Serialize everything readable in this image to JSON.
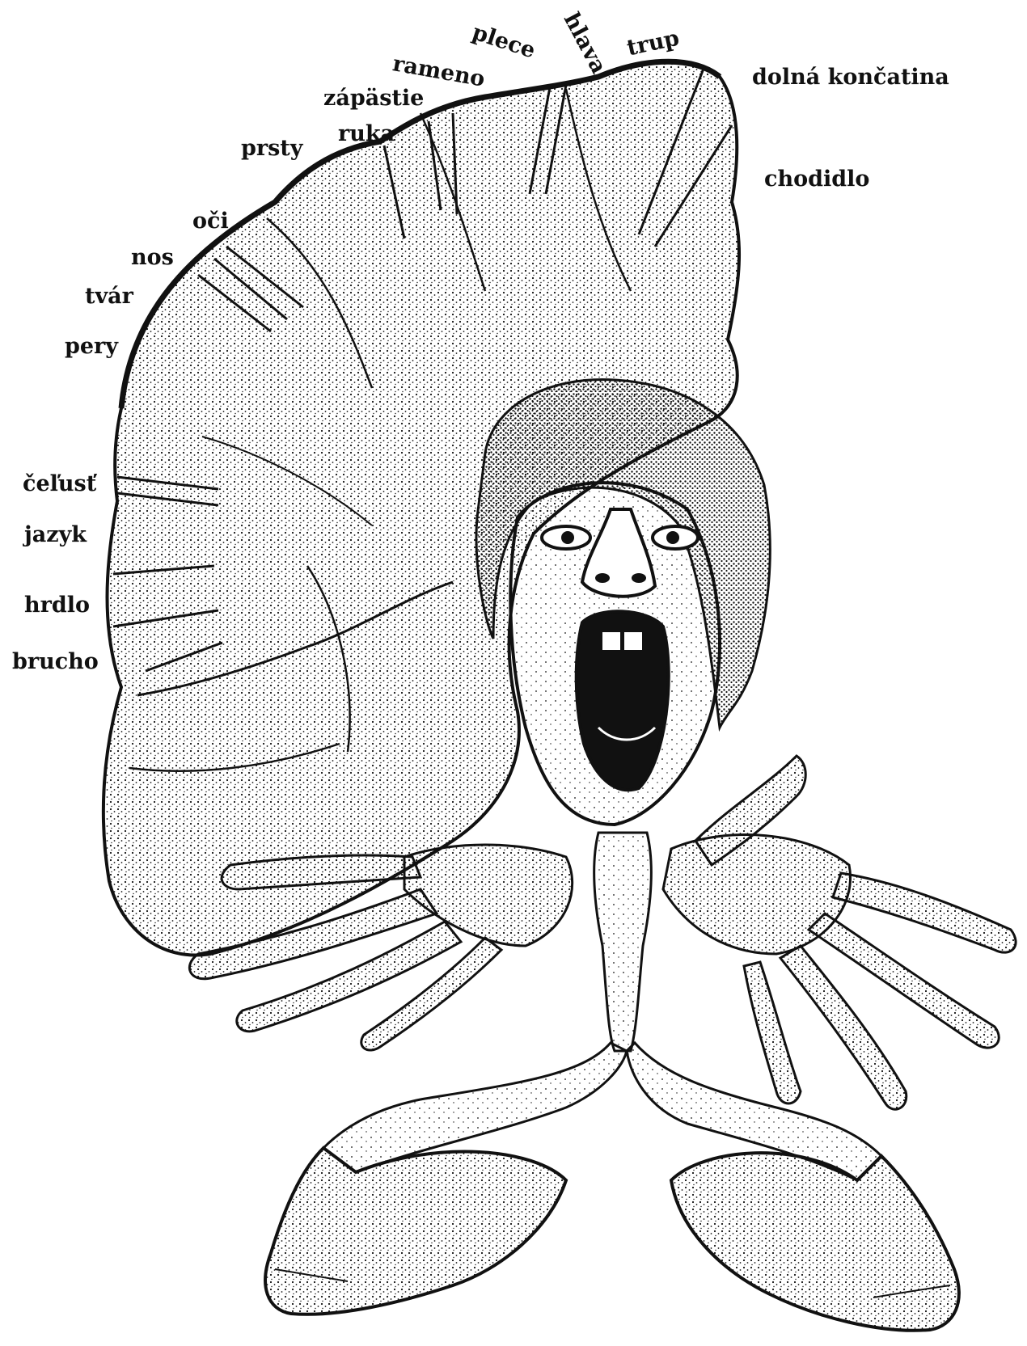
{
  "figure": {
    "labels": {
      "plece": "plece",
      "hlava": "hlava",
      "trup": "trup",
      "rameno": "rameno",
      "zapastie": "zápästie",
      "ruka": "ruka",
      "prsty": "prsty",
      "dolna_koncatina": "dolná končatina",
      "chodidlo": "chodidlo",
      "oci": "oči",
      "nos": "nos",
      "tvar": "tvár",
      "pery": "pery",
      "celust": "čeľusť",
      "jazyk": "jazyk",
      "hrdlo": "hrdlo",
      "brucho": "brucho"
    },
    "illustration": {
      "subject": "sensory homunculus over cerebral cortex",
      "ink_color": "#111111",
      "paper_color": "#ffffff"
    }
  }
}
